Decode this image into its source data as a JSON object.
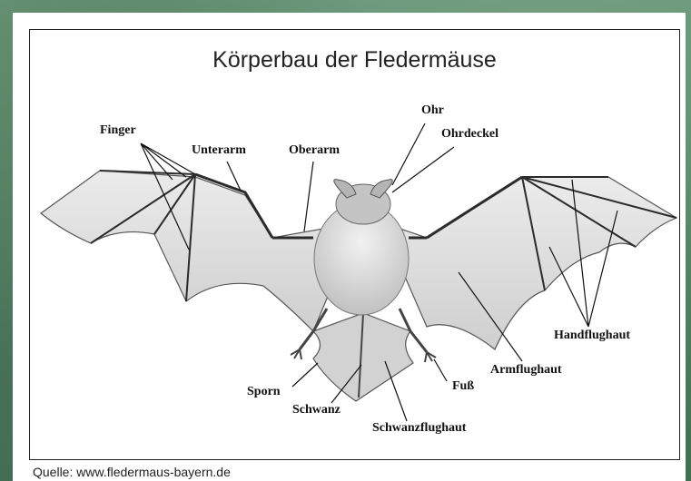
{
  "title": "Körperbau der Fledermäuse",
  "source": "Quelle: www.fledermaus-bayern.de",
  "labels": {
    "finger": "Finger",
    "unterarm": "Unterarm",
    "oberarm": "Oberarm",
    "ohr": "Ohr",
    "ohrdeckel": "Ohrdeckel",
    "handflughaut": "Handflughaut",
    "armflughaut": "Armflughaut",
    "sporn": "Sporn",
    "schwanz": "Schwanz",
    "schwanzflughaut": "Schwanzflughaut",
    "fuss": "Fuß"
  },
  "colors": {
    "membrane": "#d9d9d9",
    "body": "#cfcfcf",
    "bone": "#2b2b2b",
    "leader": "#111111"
  }
}
